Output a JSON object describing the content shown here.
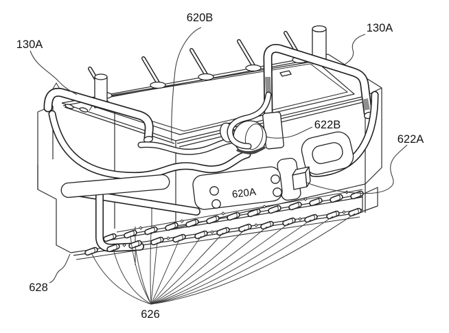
{
  "figure": {
    "background_color": "#ffffff",
    "line_color": "#222222",
    "labels": {
      "handle_left": "130A",
      "tube_top": "620B",
      "handle_right": "130A",
      "fitting_b": "622B",
      "fitting_a": "622A",
      "plate": "620A",
      "tray": "628",
      "terminals": "626"
    }
  }
}
